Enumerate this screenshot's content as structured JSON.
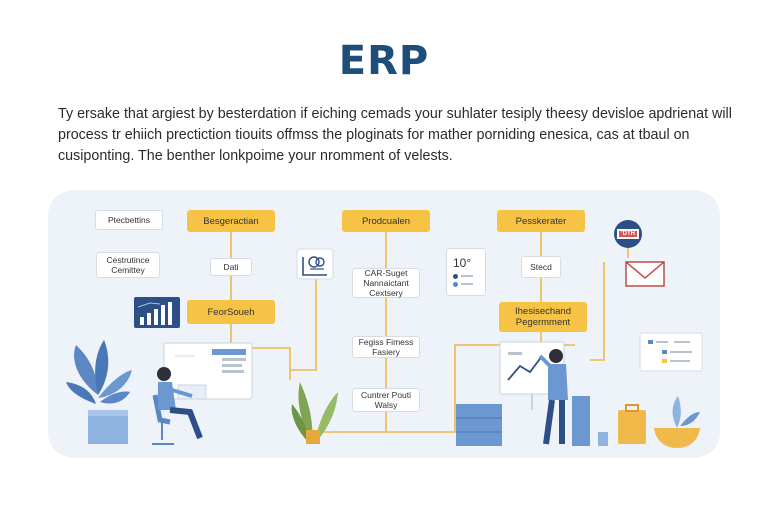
{
  "title": "ERP",
  "paragraph": [
    "Ty ersake that argiest by besterdation if eiching cemads your suhlater tesiply theesy devisloe apdrienat will",
    "process tr ehiich prectiction tiouits offmss the ploginats for mather porniding enesica, cas at tbaul on",
    "cusiponting. The benther lonkpoime your nromment of velests."
  ],
  "diagram": {
    "top_left_label": "Ptecbettins",
    "headers": [
      "Besgeractian",
      "Prodcualen",
      "Pesskerater"
    ],
    "left_sub": "Cestrutince Cemittey",
    "col1_sub": "Dati",
    "col1_bottom": "FeorSoueh",
    "col2_sub": "CAR-Suget Nannaictant Cextsery",
    "col2_mid": "Fegiss Fimess Fasiery",
    "col2_bottom": "Cuntrer Pouti Walsy",
    "thermo_value": "10°",
    "col3_sub": "Stecd",
    "col3_bottom": "Ihesisechand Pegermment",
    "badge_label": "‘DTH"
  },
  "colors": {
    "title": "#1f4e79",
    "accent_yellow": "#f6c344",
    "wire": "#f1b84a",
    "panel": "#edf3f8",
    "navy": "#2d4f87"
  },
  "icons": [
    "cloud-doc-icon",
    "bar-chart-icon",
    "mail-icon",
    "badge-icon",
    "thermometer-icon"
  ]
}
